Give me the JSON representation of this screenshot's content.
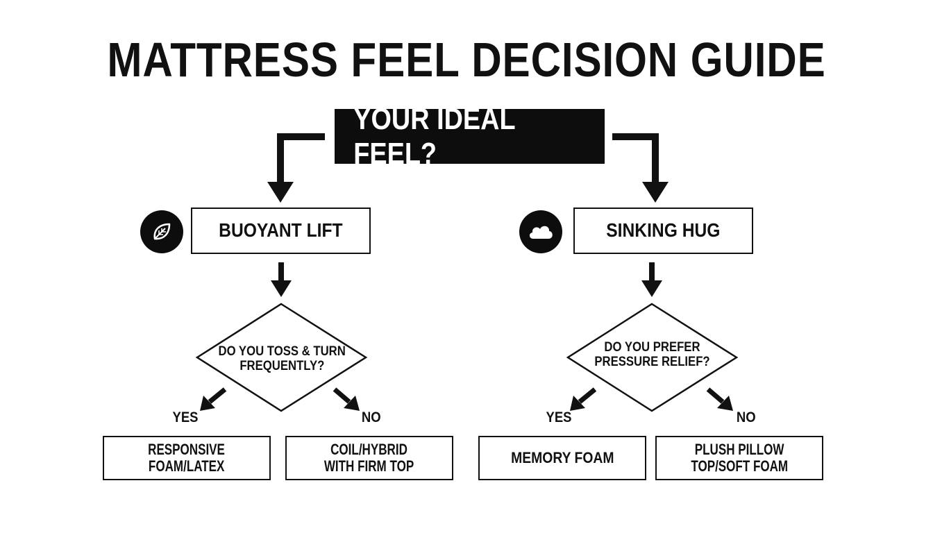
{
  "title": "MATTRESS FEEL DECISION GUIDE",
  "root": {
    "label": "YOUR IDEAL FEEL?"
  },
  "left": {
    "icon": "leaf-icon",
    "label": "BUOYANT LIFT",
    "question": {
      "line1": "DO YOU TOSS & TURN",
      "line2": "FREQUENTLY?"
    },
    "yes_label": "YES",
    "no_label": "NO",
    "yes_result": {
      "line1": "RESPONSIVE",
      "line2": "FOAM/LATEX"
    },
    "no_result": {
      "line1": "COIL/HYBRID",
      "line2": "WITH FIRM TOP"
    }
  },
  "right": {
    "icon": "cloud-icon",
    "label": "SINKING HUG",
    "question": {
      "line1": "DO YOU PREFER",
      "line2": "PRESSURE RELIEF?"
    },
    "yes_label": "YES",
    "no_label": "NO",
    "yes_result": {
      "line1": "MEMORY FOAM"
    },
    "no_result": {
      "line1": "PLUSH PILLOW",
      "line2": "TOP/SOFT FOAM"
    }
  }
}
